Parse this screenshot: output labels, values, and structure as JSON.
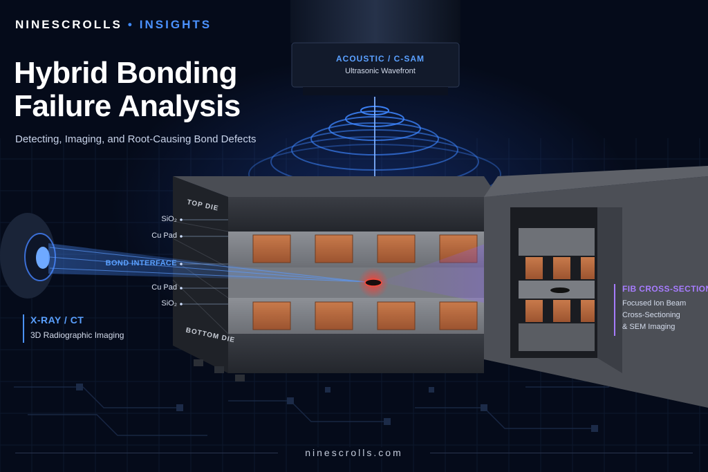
{
  "brand": {
    "name": "NINESCROLLS",
    "separator": "•",
    "section": "INSIGHTS"
  },
  "headline": {
    "line1": "Hybrid Bonding",
    "line2": "Failure Analysis"
  },
  "subtitle": "Detecting, Imaging, and Root-Causing Bond Defects",
  "acoustic": {
    "title": "ACOUSTIC / C-SAM",
    "subtitle": "Ultrasonic Wavefront"
  },
  "xray": {
    "title": "X-RAY / CT",
    "subtitle": "3D Radiographic Imaging"
  },
  "fib": {
    "title": "FIB CROSS-SECTION",
    "lines": [
      "Focused Ion Beam",
      "Cross-Sectioning",
      "& SEM Imaging"
    ]
  },
  "stack_labels": {
    "top_die": "TOP DIE",
    "bottom_die": "BOTTOM DIE",
    "sio2_top": "SiO₂",
    "cu_pad_top": "Cu Pad",
    "bond_interface": "BOND INTERFACE",
    "cu_pad_bottom": "Cu Pad",
    "sio2_bottom": "SiO₂"
  },
  "footer": "ninescrolls.com",
  "colors": {
    "background": "#050b1a",
    "accent_blue": "#4b92ff",
    "accent_purple": "#a77cff",
    "copper": "#b5673c",
    "defect": "#ff3b30"
  }
}
